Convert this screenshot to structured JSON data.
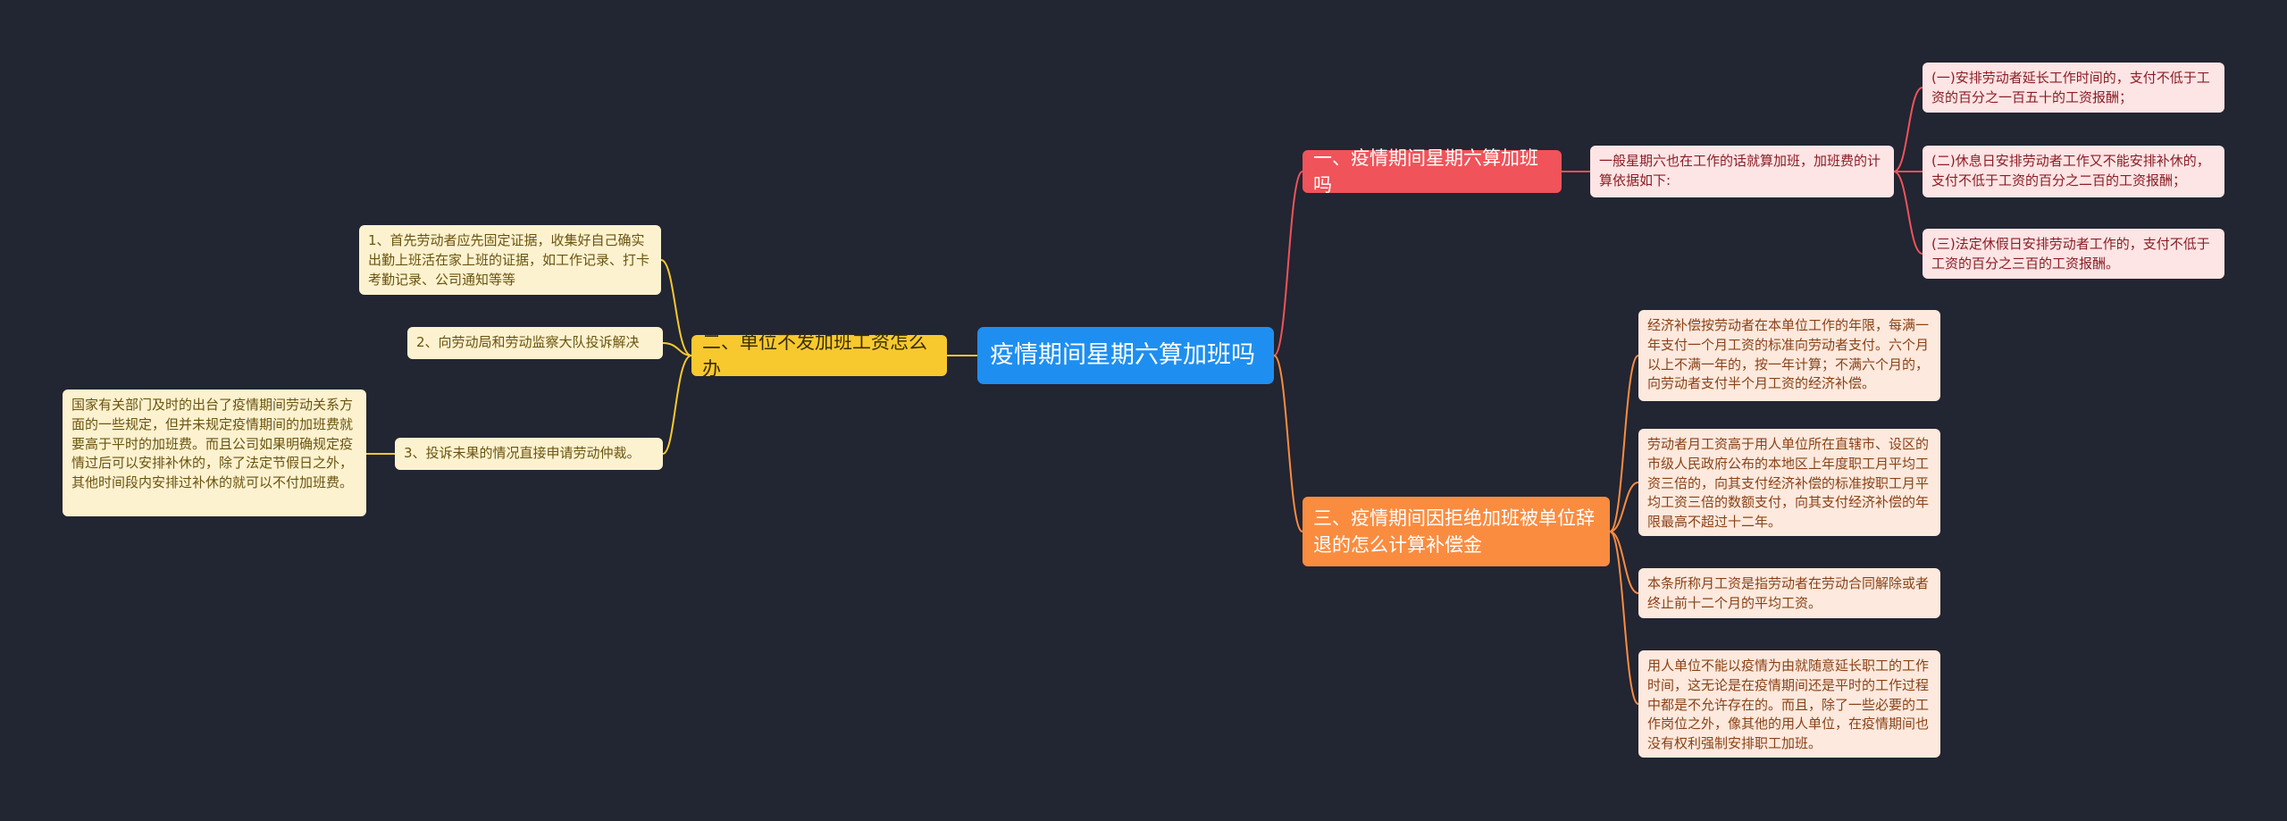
{
  "root": {
    "label": "疫情期间星期六算加班吗"
  },
  "colors": {
    "background": "#222532",
    "root": "#1e8ff0",
    "branch1": "#f0535a",
    "branch2": "#f7c92f",
    "branch3": "#fa8c40",
    "leaf_pink": "#fde4e5",
    "leaf_cream": "#fdf2cf",
    "leaf_peach": "#fde9dd"
  },
  "branches": {
    "b1": {
      "label": "一、疫情期间星期六算加班吗",
      "child": "一般星期六也在工作的话就算加班，加班费的计算依据如下:",
      "items": [
        "(一)安排劳动者延长工作时间的，支付不低于工资的百分之一百五十的工资报酬；",
        "(二)休息日安排劳动者工作又不能安排补休的，支付不低于工资的百分之二百的工资报酬；",
        "(三)法定休假日安排劳动者工作的，支付不低于工资的百分之三百的工资报酬。"
      ]
    },
    "b2": {
      "label": "二、单位不发加班工资怎么办",
      "items": [
        "1、首先劳动者应先固定证据，收集好自己确实出勤上班活在家上班的证据，如工作记录、打卡考勤记录、公司通知等等",
        "2、向劳动局和劳动监察大队投诉解决",
        "3、投诉未果的情况直接申请劳动仲裁。"
      ],
      "note": "国家有关部门及时的出台了疫情期间劳动关系方面的一些规定，但并未规定疫情期间的加班费就要高于平时的加班费。而且公司如果明确规定疫情过后可以安排补休的，除了法定节假日之外，其他时间段内安排过补休的就可以不付加班费。"
    },
    "b3": {
      "label": "三、疫情期间因拒绝加班被单位辞退的怎么计算补偿金",
      "items": [
        "经济补偿按劳动者在本单位工作的年限，每满一年支付一个月工资的标准向劳动者支付。六个月以上不满一年的，按一年计算；不满六个月的，向劳动者支付半个月工资的经济补偿。",
        "劳动者月工资高于用人单位所在直辖市、设区的市级人民政府公布的本地区上年度职工月平均工资三倍的，向其支付经济补偿的标准按职工月平均工资三倍的数额支付，向其支付经济补偿的年限最高不超过十二年。",
        "本条所称月工资是指劳动者在劳动合同解除或者终止前十二个月的平均工资。",
        "用人单位不能以疫情为由就随意延长职工的工作时间，这无论是在疫情期间还是平时的工作过程中都是不允许存在的。而且，除了一些必要的工作岗位之外，像其他的用人单位，在疫情期间也没有权利强制安排职工加班。"
      ]
    }
  }
}
